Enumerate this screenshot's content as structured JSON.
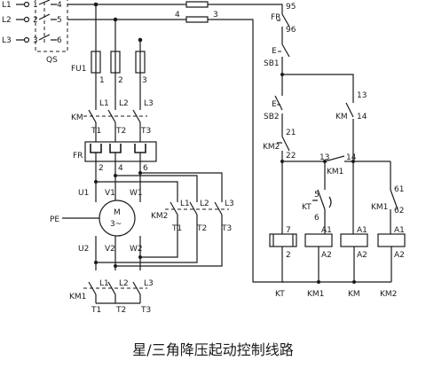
{
  "title": "星/三角降压起动控制线路",
  "lines": [
    "L1",
    "L2",
    "L3"
  ],
  "terminals": [
    "1",
    "2",
    "3",
    "4",
    "5",
    "6",
    "7"
  ],
  "labels": {
    "qs": "QS",
    "fu1": "FU1",
    "fr": "FR",
    "km": "KM",
    "km1": "KM1",
    "km2": "KM2",
    "kt": "KT",
    "sb1": "SB1",
    "sb2": "SB2",
    "e": "E",
    "pe": "PE",
    "motor_m": "M",
    "motor_3": "3~",
    "t1": "T1",
    "t2": "T2",
    "t3": "T3",
    "u1": "U1",
    "v1": "V1",
    "w1": "W1",
    "u2": "U2",
    "v2": "V2",
    "w2": "W2",
    "a1": "A1",
    "a2": "A2",
    "n95": "95",
    "n96": "96",
    "n13": "13",
    "n14": "14",
    "n21": "21",
    "n22": "22",
    "n61": "61",
    "n62": "62",
    "n5": "5",
    "n6": "6"
  }
}
